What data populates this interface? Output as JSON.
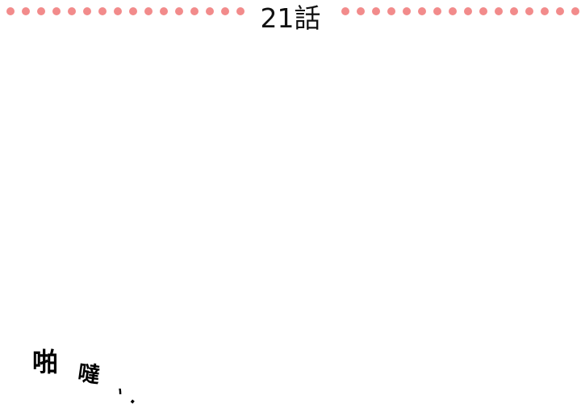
{
  "header": {
    "title": "21話",
    "dot_color": "#f28b8b",
    "dots_per_side": 16
  },
  "sound_effect": {
    "part1": "啪",
    "part2": "噠",
    "trail": "、."
  }
}
